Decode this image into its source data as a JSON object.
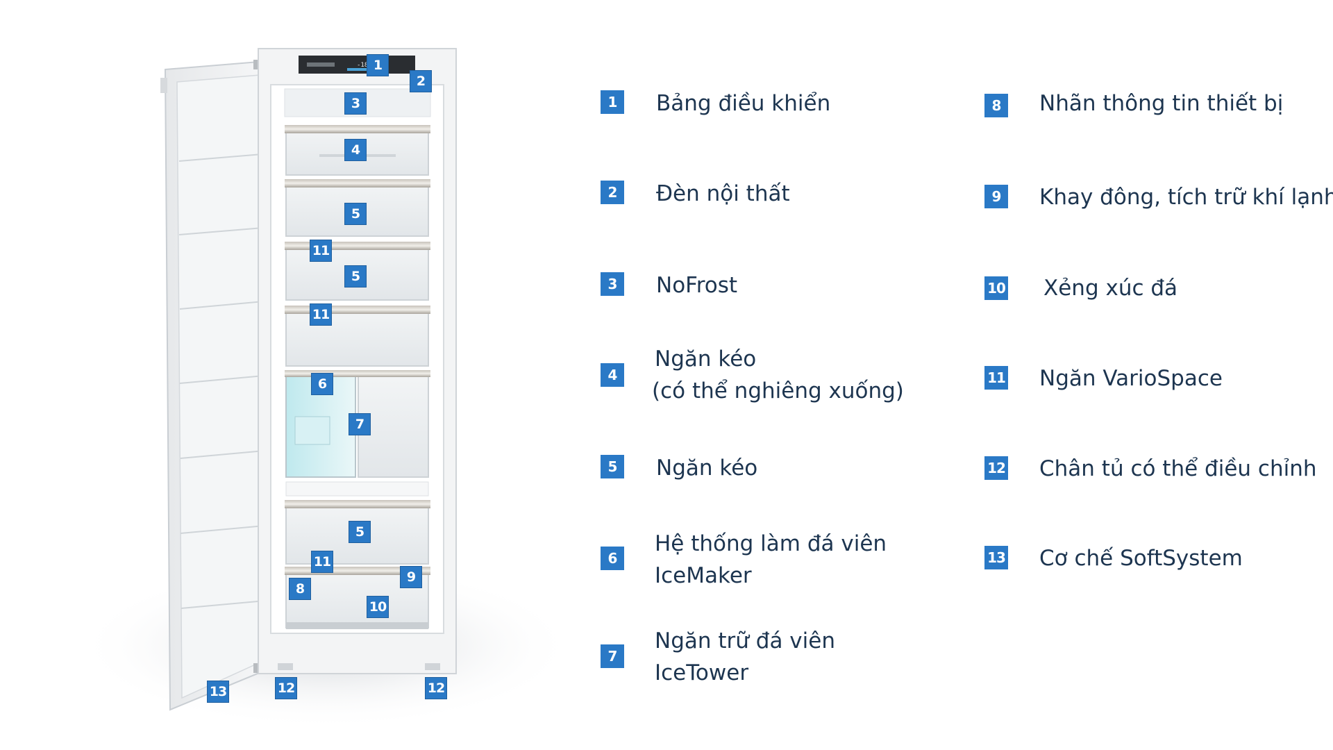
{
  "legend": [
    {
      "num": "1",
      "text": [
        "Bảng điều khiển"
      ]
    },
    {
      "num": "2",
      "text": [
        "Đèn nội thất"
      ]
    },
    {
      "num": "3",
      "text": [
        "NoFrost"
      ]
    },
    {
      "num": "4",
      "text": [
        "Ngăn kéo",
        "(có thể nghiêng xuống)"
      ]
    },
    {
      "num": "5",
      "text": [
        "Ngăn kéo"
      ]
    },
    {
      "num": "6",
      "text": [
        "Hệ thống làm đá viên",
        "IceMaker"
      ]
    },
    {
      "num": "7",
      "text": [
        "Ngăn trữ đá viên",
        "IceTower"
      ]
    },
    {
      "num": "8",
      "text": [
        "Nhãn thông tin thiết bị"
      ]
    },
    {
      "num": "9",
      "text": [
        "Khay đông, tích trữ khí lạnh"
      ]
    },
    {
      "num": "10",
      "text": [
        "Xẻng xúc đá"
      ]
    },
    {
      "num": "11",
      "text": [
        "Ngăn VarioSpace"
      ]
    },
    {
      "num": "12",
      "text": [
        "Chân tủ có thể điều chỉnh"
      ]
    },
    {
      "num": "13",
      "text": [
        "Cơ chế SoftSystem"
      ]
    }
  ],
  "callouts": [
    "1",
    "2",
    "3",
    "4",
    "5",
    "11",
    "5",
    "11",
    "6",
    "7",
    "5",
    "11",
    "9",
    "8",
    "10",
    "13",
    "12",
    "12"
  ],
  "display": {
    "temperature": "-18"
  },
  "colors": {
    "badge": "#2a79c6",
    "legend_text": "#1d3550"
  }
}
